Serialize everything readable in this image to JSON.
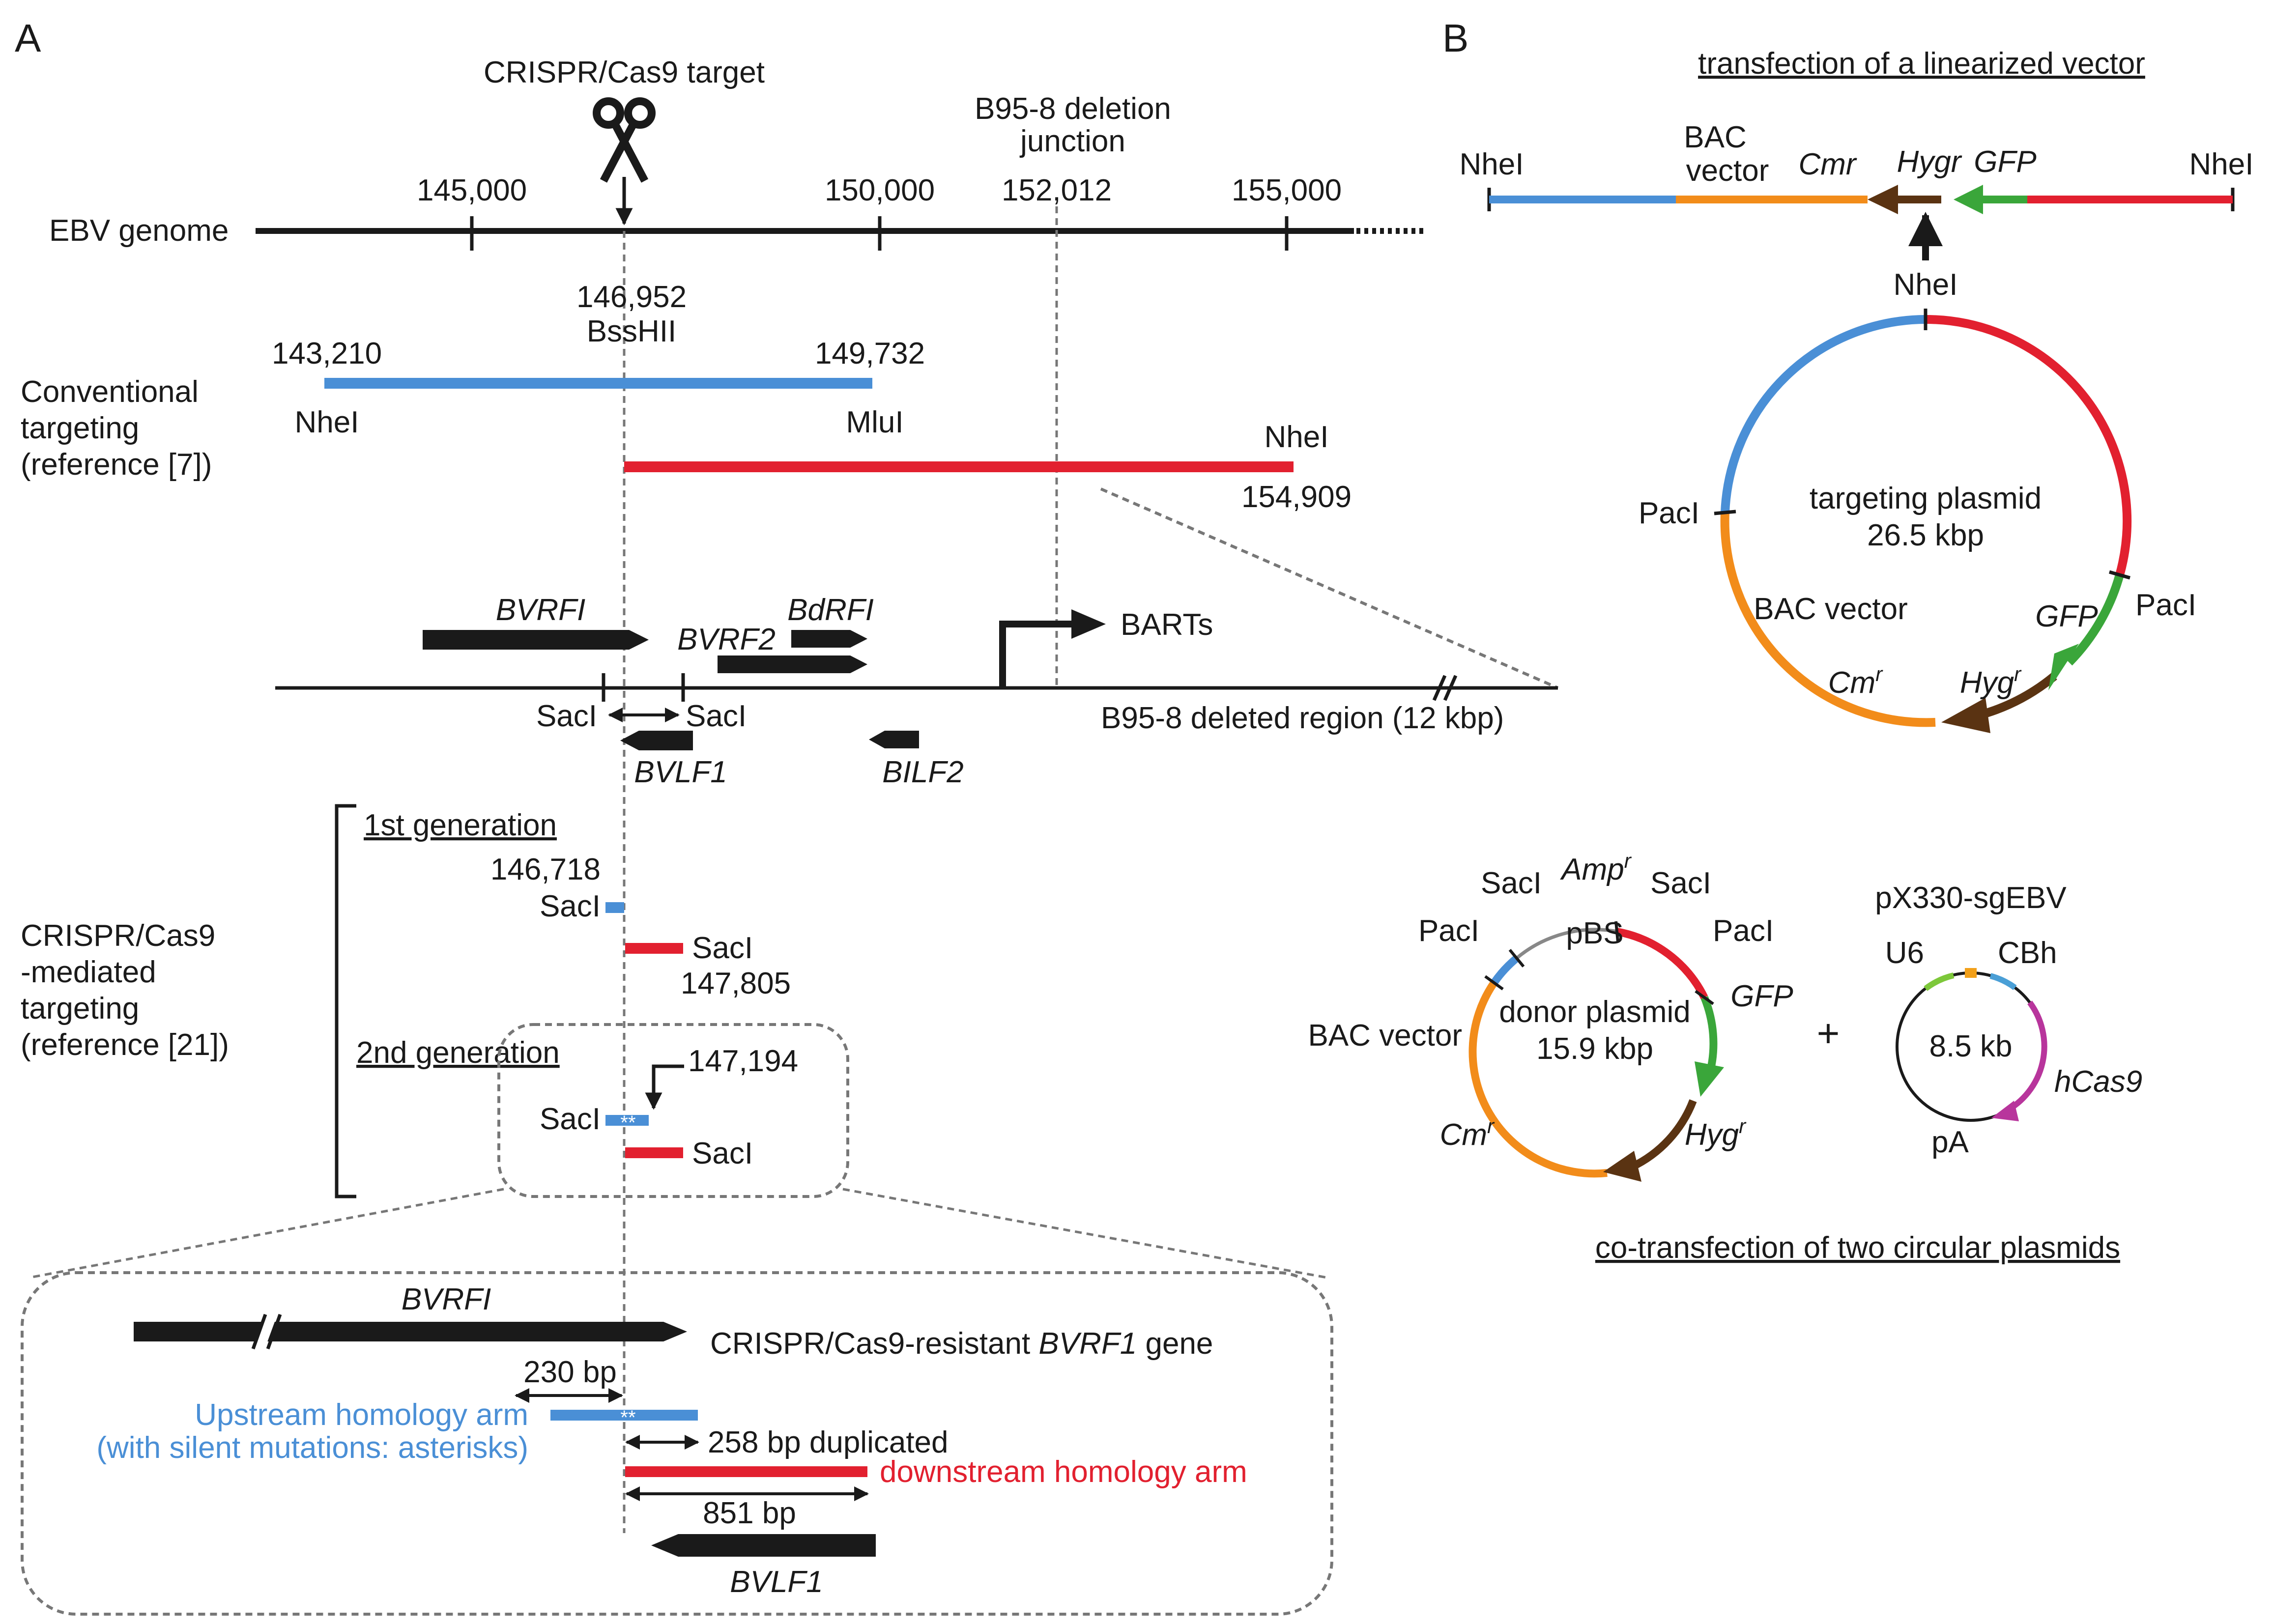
{
  "colors": {
    "black": "#1a1a1a",
    "blue": "#4a8fd6",
    "red": "#e2202f",
    "orange": "#f28c1a",
    "green": "#3aa63a",
    "brown": "#5a3312",
    "magenta": "#b8359c",
    "gray": "#777777"
  },
  "panelA": {
    "letter": "A",
    "crispr_target": "CRISPR/Cas9 target",
    "deletion_junction_l1": "B95-8 deletion",
    "deletion_junction_l2": "junction",
    "genome_label": "EBV genome",
    "ticks": [
      "145,000",
      "150,000",
      "152,012",
      "155,000"
    ],
    "conv_l1": "Conventional",
    "conv_l2": "targeting",
    "conv_l3": "(reference [7])",
    "pos_146952": "146,952",
    "bsshii": "BssHII",
    "pos_143210": "143,210",
    "pos_149732": "149,732",
    "nhei1": "NheI",
    "mlui": "MluI",
    "nhei2": "NheI",
    "pos_154909": "154,909",
    "bvrfi": "BVRFI",
    "bvrf2": "BVRF2",
    "bdrfi": "BdRFI",
    "barts": "BARTs",
    "saci_l": "SacI",
    "saci_r": "SacI",
    "deleted_region": "B95-8 deleted region (12 kbp)",
    "bvlf1": "BVLF1",
    "bilf2": "BILF2",
    "gen1": "1st generation",
    "pos_146718": "146,718",
    "saci_g1a": "SacI",
    "saci_g1b": "SacI",
    "pos_147805": "147,805",
    "crispr_l1": "CRISPR/Cas9",
    "crispr_l2": "-mediated",
    "crispr_l3": "targeting",
    "crispr_l4": "(reference [21])",
    "gen2": "2nd generation",
    "pos_147194": "147,194",
    "saci_g2a": "SacI",
    "saci_g2b": "SacI",
    "asterisks": "**",
    "inset_bvrfi": "BVRFI",
    "resistant_pre": "CRISPR/Cas9-resistant ",
    "resistant_gene": "BVRF1",
    "resistant_post": " gene",
    "bp230": "230 bp",
    "up_arm_l1": "Upstream homology arm",
    "up_arm_l2": "(with silent mutations: asterisks)",
    "dup258": "258 bp duplicated",
    "down_arm": "downstream homology arm",
    "bp851": "851 bp",
    "inset_bvlf1": "BVLF1"
  },
  "panelB": {
    "letter": "B",
    "title_linear": "transfection of a linearized vector",
    "nhei_left": "NheI",
    "bac_l1": "BAC",
    "bac_l2": "vector",
    "cmr_lin": "Cmr",
    "hygr_lin": "Hygr",
    "gfp_lin": "GFP",
    "nhei_right": "NheI",
    "nhei_circle": "NheI",
    "targeting_l1": "targeting plasmid",
    "targeting_l2": "26.5 kbp",
    "paci_left": "PacI",
    "paci_right": "PacI",
    "bac_circle": "BAC vector",
    "gfp_circle": "GFP",
    "cm_base": "Cm",
    "cm_sup": "r",
    "hyg_base": "Hyg",
    "hyg_sup": "r",
    "donor_saci_l": "SacI",
    "amp_base": "Amp",
    "amp_sup": "r",
    "donor_saci_r": "SacI",
    "donor_paci_l": "PacI",
    "pbs": "pBS",
    "donor_paci_r": "PacI",
    "donor_gfp": "GFP",
    "donor_l1": "donor plasmid",
    "donor_l2": "15.9 kbp",
    "donor_bac": "BAC vector",
    "donor_cm_base": "Cm",
    "donor_cm_sup": "r",
    "donor_hyg_base": "Hyg",
    "donor_hyg_sup": "r",
    "plus": "+",
    "px330": "pX330-sgEBV",
    "u6": "U6",
    "cbh": "CBh",
    "kb85": "8.5 kb",
    "hcas9": "hCas9",
    "pa": "pA",
    "title_cotrans": "co-transfection of two circular plasmids"
  }
}
